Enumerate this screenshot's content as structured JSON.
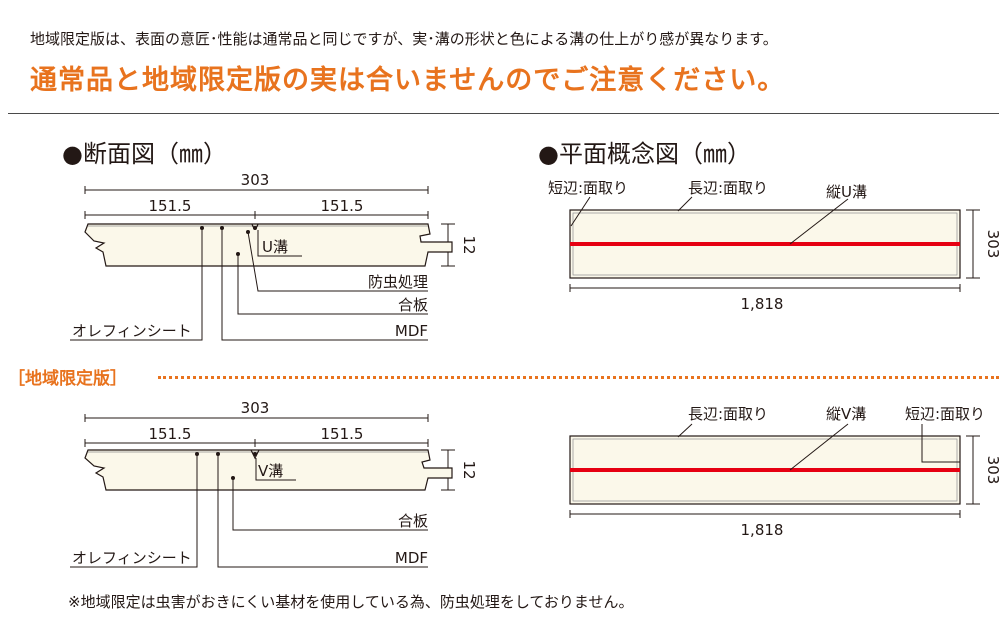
{
  "header": {
    "intro": "地域限定版は、表面の意匠･性能は通常品と同じですが、実･溝の形状と色による溝の仕上がり感が異なります。",
    "warning": "通常品と地域限定版の実は合いませんのでご注意ください。"
  },
  "standard": {
    "section": {
      "title": "●断面図（㎜）",
      "total_width": "303",
      "half_left": "151.5",
      "half_right": "151.5",
      "thickness": "12",
      "groove": "U溝",
      "labels": [
        "防虫処理",
        "合板",
        "MDF",
        "オレフィンシート"
      ]
    },
    "plan": {
      "title": "●平面概念図（㎜）",
      "short_edge": "短辺:面取り",
      "long_edge": "長辺:面取り",
      "groove": "縦U溝",
      "width": "303",
      "length": "1,818"
    }
  },
  "regional": {
    "label": "［地域限定版］",
    "section": {
      "total_width": "303",
      "half_left": "151.5",
      "half_right": "151.5",
      "thickness": "12",
      "groove": "V溝",
      "labels": [
        "合板",
        "MDF",
        "オレフィンシート"
      ]
    },
    "plan": {
      "long_edge": "長辺:面取り",
      "groove": "縦V溝",
      "short_edge": "短辺:面取り",
      "width": "303",
      "length": "1,818"
    }
  },
  "footnote": "※地域限定は虫害がおきにくい基材を使用している為、防虫処理をしておりません。",
  "colors": {
    "accent": "#e8731e",
    "groove_line": "#e60012",
    "board_fill": "#fbf8ea"
  }
}
